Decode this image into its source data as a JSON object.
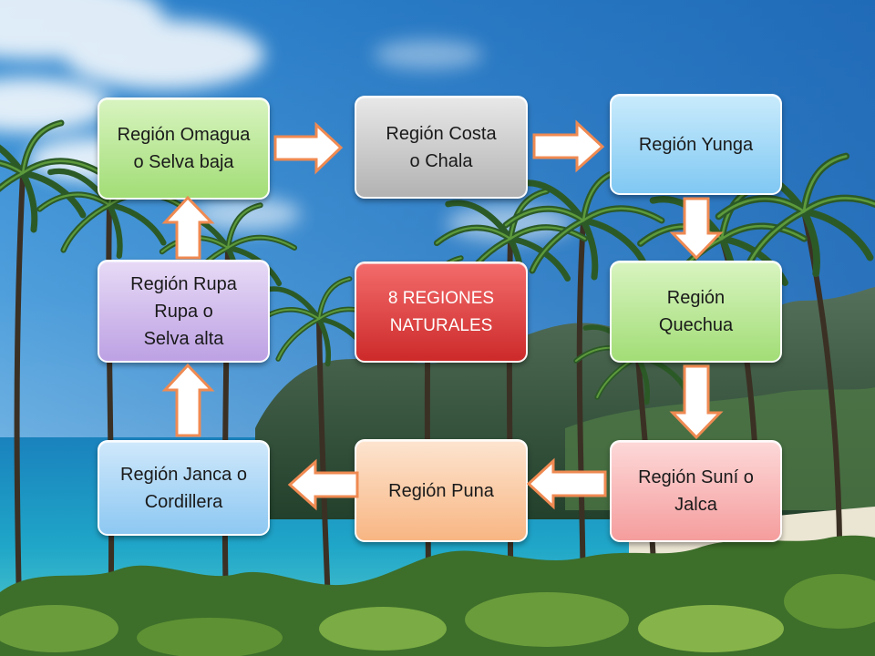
{
  "diagram": {
    "center": {
      "lines": [
        "8 REGIONES",
        "NATURALES"
      ],
      "fill_top": "#f36b6b",
      "fill_bottom": "#cd2a2a",
      "text_color": "#ffffff"
    },
    "regions": [
      {
        "lines": [
          "Región Omagua",
          "o Selva baja"
        ],
        "fill_top": "#d8f4c0",
        "fill_bottom": "#a2dd76",
        "text_color": "#1a1a1a"
      },
      {
        "lines": [
          "Región Costa",
          "o Chala"
        ],
        "fill_top": "#e8e8e8",
        "fill_bottom": "#b2b2b2",
        "text_color": "#1a1a1a"
      },
      {
        "lines": [
          "Región Yunga"
        ],
        "fill_top": "#c9ebfc",
        "fill_bottom": "#80c8f3",
        "text_color": "#1a1a1a"
      },
      {
        "lines": [
          "Región Rupa",
          "Rupa o",
          "Selva alta"
        ],
        "fill_top": "#e7daf6",
        "fill_bottom": "#bda1e3",
        "text_color": "#1a1a1a"
      },
      {
        "lines": [
          "Región",
          "Quechua"
        ],
        "fill_top": "#d8f4c0",
        "fill_bottom": "#a2dd76",
        "text_color": "#1a1a1a"
      },
      {
        "lines": [
          "Región Janca o",
          "Cordillera"
        ],
        "fill_top": "#cfe8fb",
        "fill_bottom": "#8dc8f2",
        "text_color": "#1a1a1a"
      },
      {
        "lines": [
          "Región Puna"
        ],
        "fill_top": "#fde4cf",
        "fill_bottom": "#f8b683",
        "text_color": "#1a1a1a"
      },
      {
        "lines": [
          "Región Suní o",
          "Jalca"
        ],
        "fill_top": "#fdd8d8",
        "fill_bottom": "#f59d9d",
        "text_color": "#1a1a1a"
      }
    ],
    "connections": [
      {
        "from": 0,
        "to": 1
      },
      {
        "from": 1,
        "to": 2
      },
      {
        "from": 2,
        "to": 4
      },
      {
        "from": 4,
        "to": 7
      },
      {
        "from": 7,
        "to": 6
      },
      {
        "from": 6,
        "to": 5
      },
      {
        "from": 5,
        "to": 3
      },
      {
        "from": 3,
        "to": 0
      }
    ],
    "arrow_colors": {
      "fill": "#ffffff",
      "stroke": "#ef8a52"
    }
  }
}
